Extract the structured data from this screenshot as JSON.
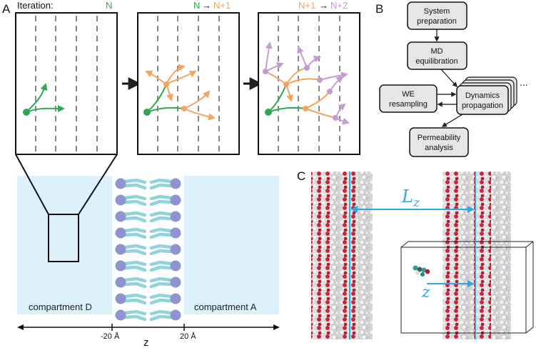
{
  "panels": {
    "a": "A",
    "b": "B",
    "c": "C"
  },
  "iteration": {
    "label": "Iteration:",
    "n": "N",
    "n_plus_1": "N+1",
    "n_plus_2": "N+2",
    "arrow": "→"
  },
  "compartments": {
    "donor": "compartment D",
    "acceptor": "compartment A"
  },
  "z_axis": {
    "label": "z",
    "left_tick": "-20 Å",
    "right_tick": "20 Å"
  },
  "flowchart": {
    "system_preparation": [
      "System",
      "preparation"
    ],
    "md_equilibration": [
      "MD",
      "equilibration"
    ],
    "we_resampling": [
      "WE",
      "resampling"
    ],
    "dynamics_propagation": [
      "Dynamics",
      "propagation"
    ],
    "permeability_analysis": [
      "Permeability",
      "analysis"
    ],
    "ellipsis": "..."
  },
  "simulation": {
    "lz_symbol": "L",
    "lz_subscript": "z",
    "z_symbol": "z"
  },
  "colors": {
    "iter_n": "#2fa84f",
    "iter_n1": "#f5a45d",
    "iter_n2": "#c59bd6",
    "compartment_fill": "#ddf1fa",
    "lipid_head": "#8f93cf",
    "lipid_tail": "#8fd3dd",
    "annotation_blue": "#2fa9e0",
    "box_fill": "#e6e6e6"
  }
}
